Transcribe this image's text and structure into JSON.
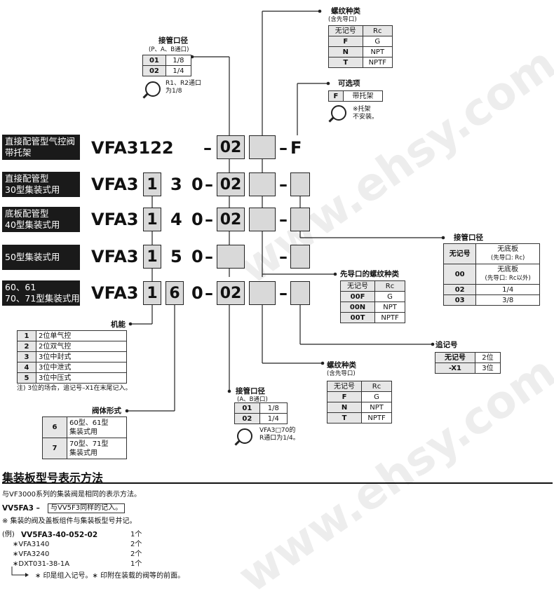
{
  "categories": [
    "直接配管型气控阀\n带托架",
    "直接配管型\n30型集装式用",
    "底板配管型\n40型集装式用",
    "50型集装式用",
    "60、61\n70、71型集装式用"
  ],
  "rows": {
    "r1": {
      "code": "VFA3122",
      "dash1": "–",
      "box": "02",
      "dash2": "–",
      "f": "F"
    },
    "r2": {
      "code": "VFA3",
      "n1": "1",
      "n2": "3",
      "n3": "0",
      "dash1": "–",
      "box": "02",
      "dash2": "–"
    },
    "r3": {
      "code": "VFA3",
      "n1": "1",
      "n2": "4",
      "n3": "0",
      "dash1": "–",
      "box": "02",
      "dash2": "–"
    },
    "r4": {
      "code": "VFA3",
      "n1": "1",
      "n2": "5",
      "n3": "0",
      "dash1": "–",
      "dash2": "–"
    },
    "r5": {
      "code": "VFA3",
      "n1": "1",
      "n2": "6",
      "n3": "0",
      "dash1": "–",
      "box": "02",
      "dash2": "–"
    }
  },
  "port_top": {
    "title": "接管口径",
    "subtitle": "(P、A、B通口)",
    "rows": [
      [
        "01",
        "1/8"
      ],
      [
        "02",
        "1/4"
      ]
    ],
    "note": "R1、R2通口\n为1/8"
  },
  "thread_top": {
    "title": "螺纹种类",
    "subtitle": "(含先导口)",
    "header": [
      "无记号",
      "Rc"
    ],
    "rows": [
      [
        "F",
        "G"
      ],
      [
        "N",
        "NPT"
      ],
      [
        "T",
        "NPTF"
      ]
    ]
  },
  "option": {
    "title": "可选项",
    "rows": [
      [
        "F",
        "带托架"
      ]
    ],
    "note": "※托架\n不安装。"
  },
  "port_right": {
    "title": "接管口径",
    "rows": [
      [
        "无记号",
        "无底板",
        "(先导口: Rc)"
      ],
      [
        "00",
        "无底板",
        "(先导口: Rc以外)"
      ],
      [
        "02",
        "1/4",
        ""
      ],
      [
        "03",
        "3/8",
        ""
      ]
    ]
  },
  "pilot_thread": {
    "title": "先导口的螺纹种类",
    "header": [
      "无记号",
      "Rc"
    ],
    "rows": [
      [
        "00F",
        "G"
      ],
      [
        "00N",
        "NPT"
      ],
      [
        "00T",
        "NPTF"
      ]
    ]
  },
  "suffix": {
    "title": "追记号",
    "rows": [
      [
        "无记号",
        "2位"
      ],
      [
        "-X1",
        "3位"
      ]
    ]
  },
  "thread_bottom": {
    "title": "螺纹种类",
    "subtitle": "(含先导口)",
    "header": [
      "无记号",
      "Rc"
    ],
    "rows": [
      [
        "F",
        "G"
      ],
      [
        "N",
        "NPT"
      ],
      [
        "T",
        "NPTF"
      ]
    ]
  },
  "port_bottom": {
    "title": "接管口径",
    "subtitle": "(A、B通口)",
    "rows": [
      [
        "01",
        "1/8"
      ],
      [
        "02",
        "1/4"
      ]
    ],
    "note": "VFA3□70的\nR通口为1/4。"
  },
  "function": {
    "title": "机能",
    "rows": [
      [
        "1",
        "2位单气控"
      ],
      [
        "2",
        "2位双气控"
      ],
      [
        "3",
        "3位中封式"
      ],
      [
        "4",
        "3位中泄式"
      ],
      [
        "5",
        "3位中压式"
      ]
    ],
    "note": "注) 3位的场合，追记号–X1在末尾记入。"
  },
  "body_type": {
    "title": "阀体形式",
    "rows": [
      [
        "6",
        "60型、61型\n集装式用"
      ],
      [
        "7",
        "70型、71型\n集装式用"
      ]
    ]
  },
  "manifold": {
    "title": "集装板型号表示方法",
    "line1": "与VF3000系列的集装阀是相同的表示方法。",
    "model": "VV5FA3 –",
    "model_box": "与VV5F3同样的记入。",
    "line2": "※ 集装的阀及盖板组件与集装板型号并记。",
    "example_label": "(例)",
    "example_code": "VV5FA3-40-052-02",
    "items": [
      {
        "name": "VV5FA3-40-052-02",
        "qty": "1个"
      },
      {
        "name": "∗VFA3140",
        "qty": "2个"
      },
      {
        "name": "∗VFA3240",
        "qty": "2个"
      },
      {
        "name": "∗DXT031-38-1A",
        "qty": "1个"
      }
    ],
    "footnote": "∗ 印是组入记号。∗ 印附在装载的阀等的前面。"
  },
  "watermark": "www.ehsy.com"
}
